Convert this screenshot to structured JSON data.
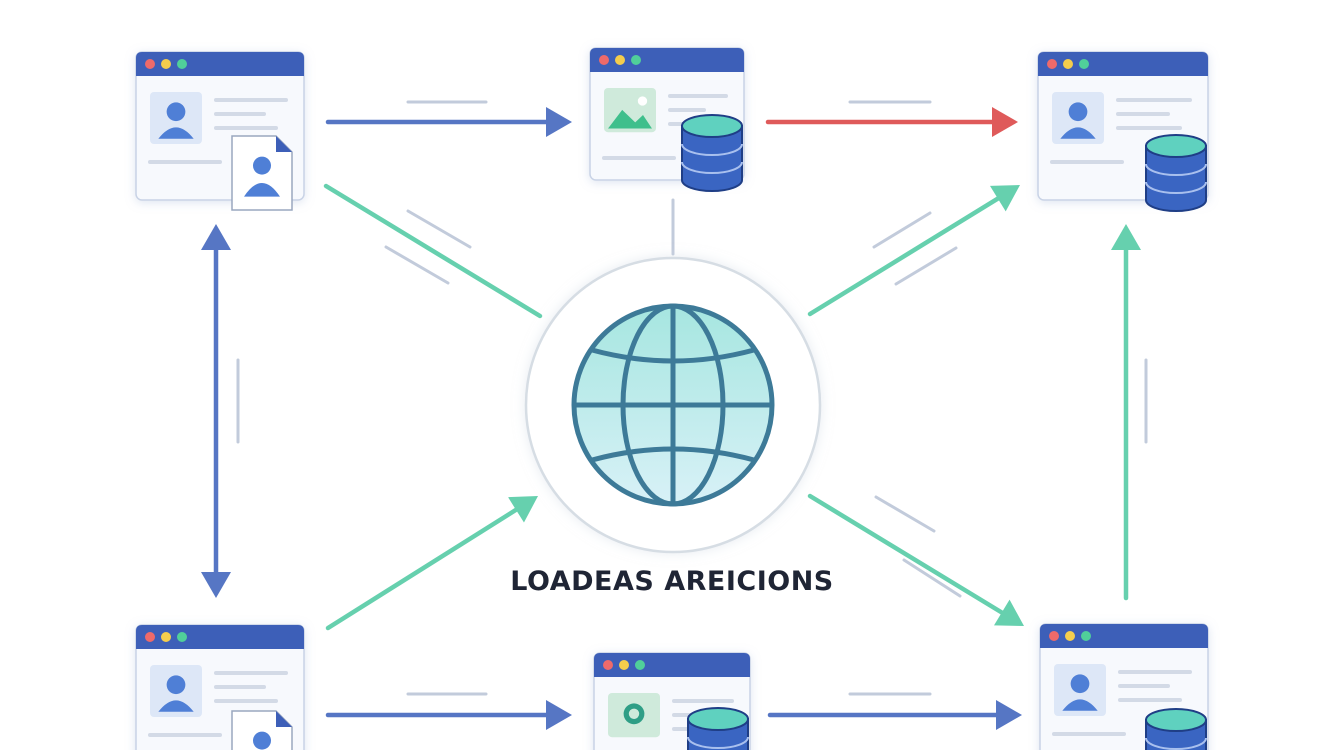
{
  "caption": "LOADEAS AREICIONS",
  "colors": {
    "blue": "#5676c4",
    "teal": "#66d0ae",
    "red": "#df5a5a",
    "window_bar": "#3d5fb8",
    "window_body": "#f7f9fd",
    "dot_red": "#ee6a6a",
    "dot_yellow": "#f5cd4c",
    "dot_green": "#50cf9a",
    "avatar_bg": "#dde7f7",
    "avatar_fg": "#4f7fd6",
    "image_bg": "#cfeadb",
    "image_fg": "#3fbf8c",
    "db_top": "#5fd1bf",
    "db_body": "#3a65c2",
    "globe_fill": "#c9eef0",
    "globe_stroke": "#3d7a98",
    "ring": "#d6dde4"
  },
  "nodes": [
    {
      "id": "top-left-browser",
      "icon": "user-avatar-icon",
      "attachment": "user-document-icon"
    },
    {
      "id": "top-center-browser",
      "icon": "image-icon",
      "attachment": "database-icon"
    },
    {
      "id": "top-right-browser",
      "icon": "user-avatar-icon",
      "attachment": "database-icon"
    },
    {
      "id": "bottom-left-browser",
      "icon": "user-avatar-icon",
      "attachment": "user-document-icon"
    },
    {
      "id": "bottom-center-browser",
      "icon": "image-user-icon",
      "attachment": "database-icon"
    },
    {
      "id": "bottom-right-browser",
      "icon": "user-avatar-icon",
      "attachment": "database-icon"
    }
  ],
  "hub": {
    "icon": "globe-icon"
  },
  "connections": [
    {
      "from": "top-left-browser",
      "to": "top-center-browser",
      "color": "blue",
      "direction": "forward"
    },
    {
      "from": "top-center-browser",
      "to": "top-right-browser",
      "color": "red",
      "direction": "forward"
    },
    {
      "from": "top-left-browser",
      "to": "bottom-left-browser",
      "color": "blue",
      "direction": "both"
    },
    {
      "from": "bottom-right-browser",
      "to": "top-right-browser",
      "color": "teal",
      "direction": "forward"
    },
    {
      "from": "top-left-browser",
      "to": "globe-hub",
      "color": "teal",
      "direction": "none"
    },
    {
      "from": "globe-hub",
      "to": "top-right-browser",
      "color": "teal",
      "direction": "forward"
    },
    {
      "from": "bottom-left-browser",
      "to": "globe-hub",
      "color": "teal",
      "direction": "forward"
    },
    {
      "from": "globe-hub",
      "to": "bottom-right-browser",
      "color": "teal",
      "direction": "forward"
    },
    {
      "from": "bottom-left-browser",
      "to": "bottom-center-browser",
      "color": "blue",
      "direction": "forward"
    },
    {
      "from": "bottom-center-browser",
      "to": "bottom-right-browser",
      "color": "blue",
      "direction": "forward"
    }
  ]
}
